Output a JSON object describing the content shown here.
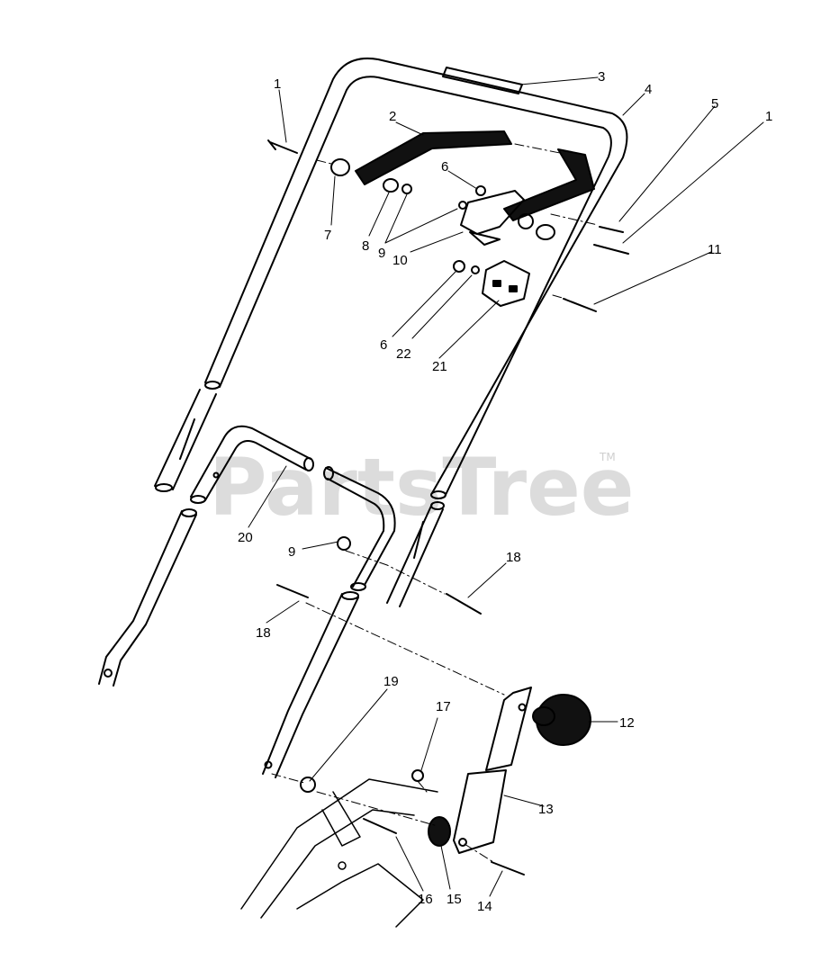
{
  "watermark": {
    "text": "PartsTree",
    "trademark": "TM"
  },
  "callouts": [
    {
      "id": "c1a",
      "text": "1"
    },
    {
      "id": "c1b",
      "text": "1"
    },
    {
      "id": "c2",
      "text": "2"
    },
    {
      "id": "c3",
      "text": "3"
    },
    {
      "id": "c4",
      "text": "4"
    },
    {
      "id": "c5",
      "text": "5"
    },
    {
      "id": "c6a",
      "text": "6"
    },
    {
      "id": "c6b",
      "text": "6"
    },
    {
      "id": "c7",
      "text": "7"
    },
    {
      "id": "c8",
      "text": "8"
    },
    {
      "id": "c9a",
      "text": "9"
    },
    {
      "id": "c9b",
      "text": "9"
    },
    {
      "id": "c10",
      "text": "10"
    },
    {
      "id": "c11",
      "text": "11"
    },
    {
      "id": "c12",
      "text": "12"
    },
    {
      "id": "c13",
      "text": "13"
    },
    {
      "id": "c14",
      "text": "14"
    },
    {
      "id": "c15",
      "text": "15"
    },
    {
      "id": "c16",
      "text": "16"
    },
    {
      "id": "c17",
      "text": "17"
    },
    {
      "id": "c18a",
      "text": "18"
    },
    {
      "id": "c18b",
      "text": "18"
    },
    {
      "id": "c19",
      "text": "19"
    },
    {
      "id": "c20",
      "text": "20"
    },
    {
      "id": "c21",
      "text": "21"
    },
    {
      "id": "c22",
      "text": "22"
    }
  ]
}
